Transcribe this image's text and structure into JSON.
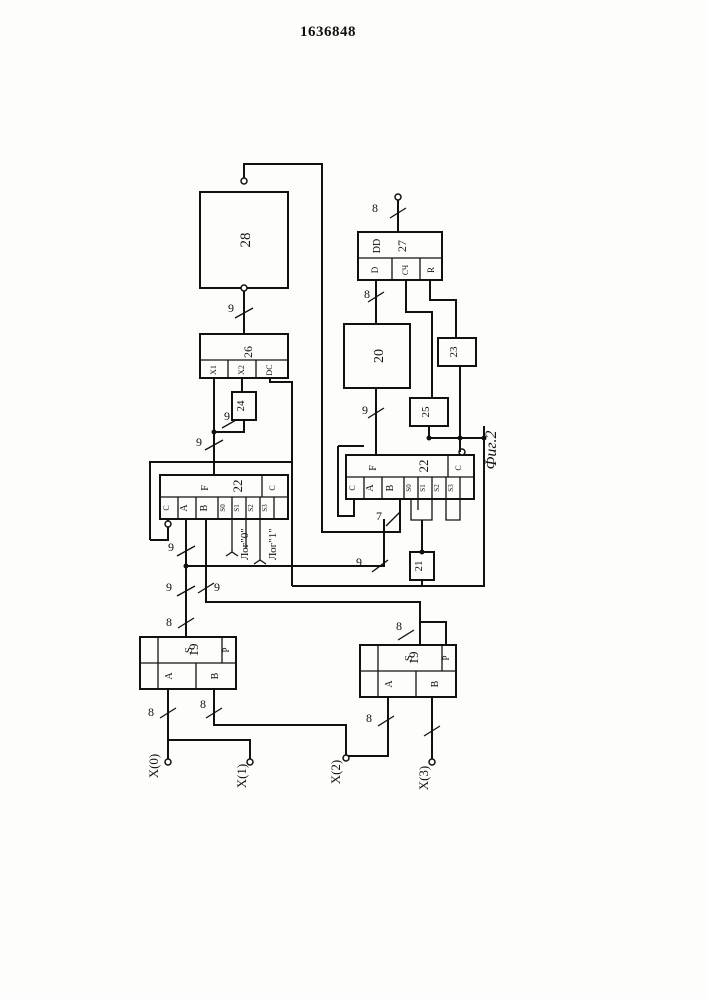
{
  "patent_number": "1636848",
  "figure_caption": "Фиг.2",
  "blocks": {
    "b28": "28",
    "b26": "26",
    "b24": "24",
    "b22a": "22",
    "b22b": "22",
    "b20": "20",
    "b27": "27",
    "b25": "25",
    "b23": "23",
    "b21": "21",
    "b19a": "19",
    "b19b": "19"
  },
  "pins": {
    "b26_x1": "X1",
    "b26_x2": "X2",
    "b26_ck": "DC",
    "b22a_f": "F",
    "b22a_c": "C",
    "b22a_cin": "C",
    "b22a_a": "A",
    "b22a_b": "B",
    "b22a_s0": "S0",
    "b22a_s1": "S1",
    "b22a_s2": "S2",
    "b22a_s3": "S3",
    "b22b_f": "F",
    "b22b_c": "C",
    "b22b_cin": "C",
    "b22b_a": "A",
    "b22b_b": "B",
    "b22b_s0": "S0",
    "b22b_s1": "S1",
    "b22b_s2": "S2",
    "b22b_s3": "S3",
    "b27_dd": "DD",
    "b27_d": "D",
    "b27_ck": "СЧ",
    "b27_r": "R",
    "b19a_s": "S",
    "b19a_p": "P",
    "b19a_a": "A",
    "b19a_b": "B",
    "b19b_s": "S",
    "b19b_p": "P",
    "b19b_a": "A",
    "b19b_b": "B"
  },
  "bus_labels": {
    "b28_in": "9",
    "b26_in_top": "9",
    "b26_in_x1": "9",
    "b26_in_x2": "9",
    "b22a_out_f": "9",
    "b22a_a_in": "9",
    "b22a_b_in": "9",
    "b22b_left": "9",
    "b22b_b_in": "7",
    "b20_in": "9",
    "b20_out": "8",
    "b27_out": "8",
    "b19a_out": "8",
    "b19b_out": "8",
    "b19a_a_in": "8",
    "b19a_b_in": "8",
    "b19b_a_in": "8"
  },
  "annotations": {
    "log0": "Лог\"0\"",
    "log1": "Лог\"1\""
  },
  "inputs": [
    "X(0)",
    "X(1)",
    "X(2)",
    "X(3)"
  ]
}
